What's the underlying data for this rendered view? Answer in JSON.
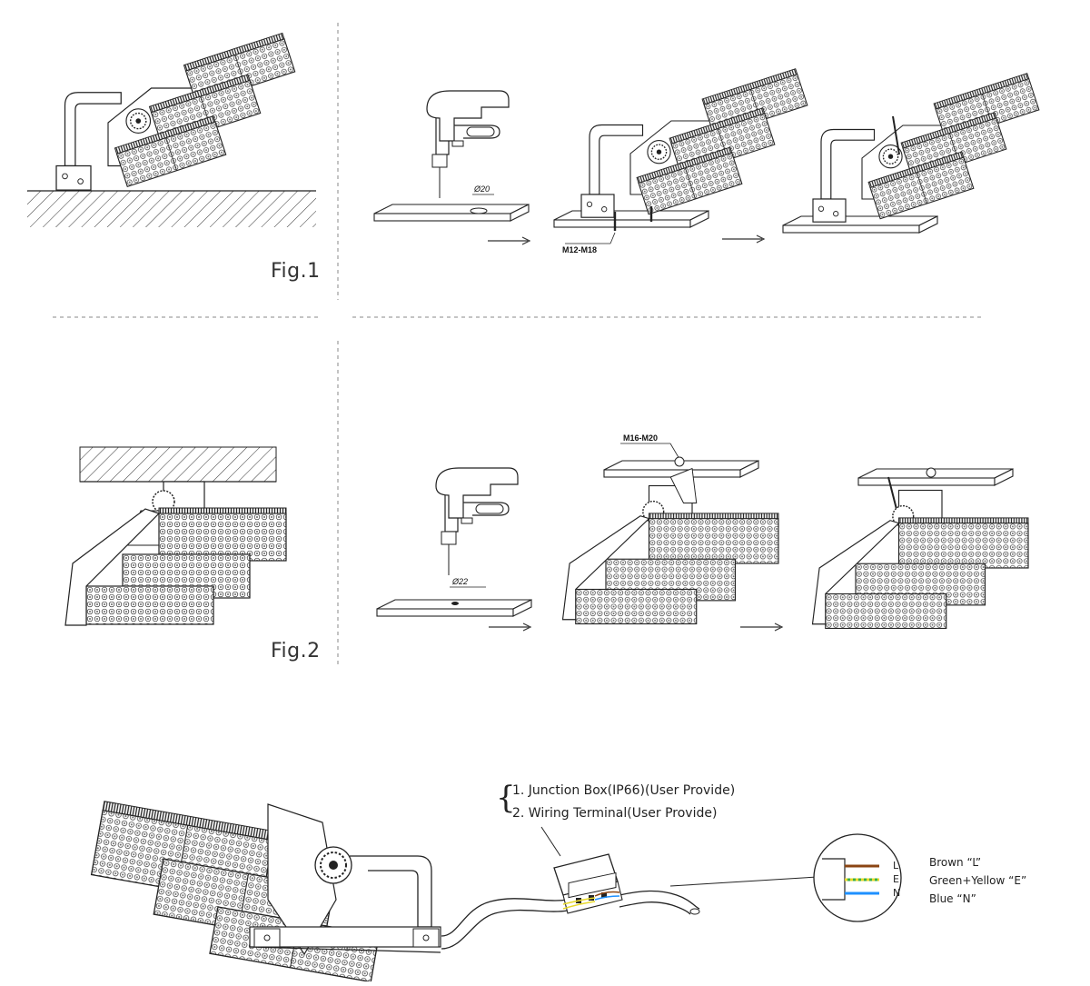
{
  "figures": {
    "fig1": "Fig.1",
    "fig2": "Fig.2"
  },
  "labels": {
    "hole_fig1": "Ø20",
    "bolt_fig1": "M12-M18",
    "hole_fig2": "Ø22",
    "bolt_fig2": "M16-M20"
  },
  "notes": {
    "item1": "1. Junction Box(IP66)(User Provide)",
    "item2": "2. Wiring Terminal(User Provide)"
  },
  "terminals": {
    "l": "L",
    "e": "E",
    "n": "N"
  },
  "wiring_legend": [
    {
      "text": "Brown  “L”"
    },
    {
      "text": "Green+Yellow  “E”"
    },
    {
      "text": "Blue  “N”"
    }
  ],
  "colors": {
    "line": "#222222",
    "brown": "#8b4513",
    "green": "#3cb043",
    "yellow": "#e8d92a",
    "blue": "#1e90ff",
    "guide": "#888888"
  },
  "icons": {
    "floodlight": "led-floodlight-icon",
    "drill": "electric-drill-icon",
    "arrow": "arrow-right-icon",
    "junction_box": "junction-box-icon"
  }
}
